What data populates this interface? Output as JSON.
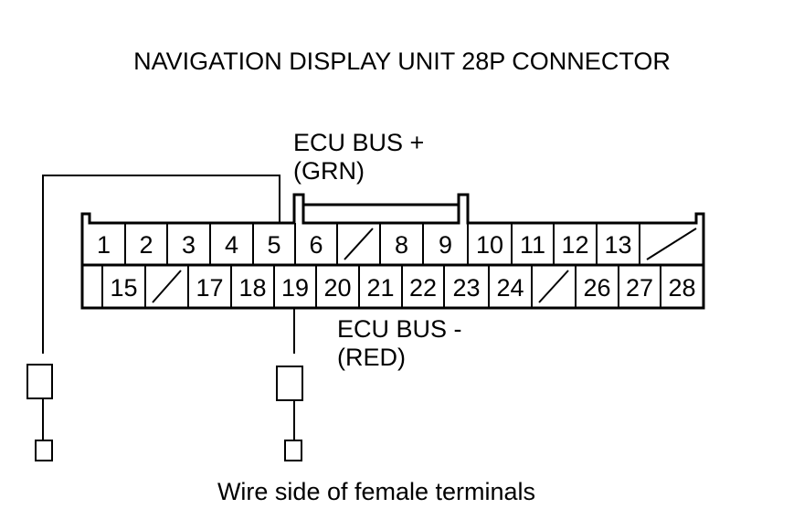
{
  "title": "NAVIGATION DISPLAY UNIT 28P CONNECTOR",
  "labels": {
    "ecu_bus_plus": "ECU BUS +",
    "ecu_bus_plus_color": "(GRN)",
    "ecu_bus_minus": "ECU BUS -",
    "ecu_bus_minus_color": "(RED)"
  },
  "caption": "Wire side of female terminals",
  "top_row_pins": [
    "1",
    "2",
    "3",
    "4",
    "5",
    "6",
    "",
    "8",
    "9",
    "10",
    "11",
    "12",
    "13",
    ""
  ],
  "bottom_row_pins": [
    "",
    "15",
    "",
    "17",
    "18",
    "19",
    "20",
    "21",
    "22",
    "23",
    "24",
    "",
    "26",
    "27",
    "28"
  ],
  "colors": {
    "line": "#000000",
    "background": "#ffffff"
  }
}
